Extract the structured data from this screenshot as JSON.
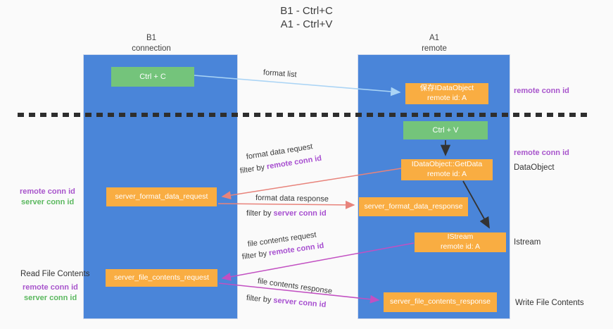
{
  "title": {
    "line1": "B1 - Ctrl+C",
    "line2": "A1 - Ctrl+V"
  },
  "columns": {
    "left": {
      "title": "B1",
      "subtitle": "connection"
    },
    "right": {
      "title": "A1",
      "subtitle": "remote"
    }
  },
  "nodes": {
    "ctrl_c": {
      "label": "Ctrl + C"
    },
    "save_idataobject": {
      "line1": "保存IDataObject",
      "line2": "remote id: A"
    },
    "ctrl_v": {
      "label": "Ctrl + V"
    },
    "getdata": {
      "line1": "IDataObject::GetData",
      "line2": "remote id: A"
    },
    "format_request": {
      "label": "server_format_data_request"
    },
    "format_response": {
      "label": "server_format_data_response"
    },
    "istream": {
      "line1": "IStream",
      "line2": "remote id: A"
    },
    "file_request": {
      "label": "server_file_contents_request"
    },
    "file_response": {
      "label": "server_file_contents_response"
    }
  },
  "edge_labels": {
    "format_list": "format list",
    "format_data_request": "format data request",
    "filter_remote_1": {
      "prefix": "filter by ",
      "highlight": "remote conn id"
    },
    "format_data_response": "format data response",
    "filter_server_1": {
      "prefix": "filter by ",
      "highlight": "server conn id"
    },
    "file_contents_request": "file contents request",
    "filter_remote_2": {
      "prefix": "filter by ",
      "highlight": "remote conn id"
    },
    "file_contents_response": "file contents response",
    "filter_server_2": {
      "prefix": "filter by ",
      "highlight": "server conn id"
    }
  },
  "side_labels": {
    "top_right_remote": "remote conn id",
    "mid_right_remote": "remote conn id",
    "dataobject": "DataObject",
    "istream": "Istream",
    "write_file": "Write File Contents",
    "left_mid_remote": "remote conn id",
    "left_mid_server": "server conn id",
    "read_file": "Read File Contents",
    "left_bottom_remote": "remote conn id",
    "left_bottom_server": "server conn id"
  },
  "colors": {
    "lifeline_blue": "#4a85d9",
    "node_green": "#74c47b",
    "node_orange": "#f9ad42",
    "arrow_light_blue": "#aad4f5",
    "arrow_salmon": "#e8837b",
    "arrow_magenta": "#c250c2",
    "arrow_black": "#333333",
    "text_purple": "#a855cc",
    "text_green": "#5bb85f"
  }
}
